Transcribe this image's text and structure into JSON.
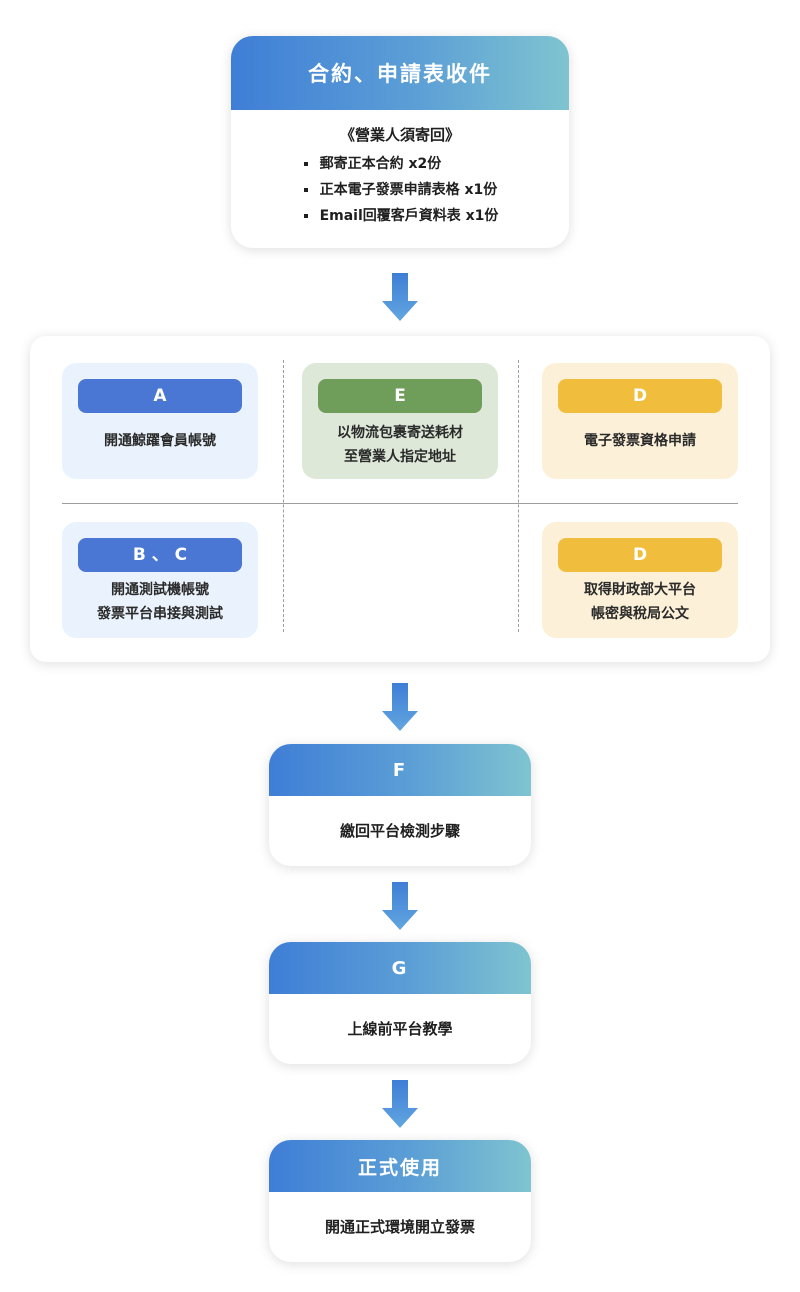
{
  "top_card": {
    "title": "合約、申請表收件",
    "subtitle": "《營業人須寄回》",
    "items": [
      "郵寄正本合約 x2份",
      "正本電子發票申請表格 x1份",
      "Email回覆客戶資料表 x1份"
    ]
  },
  "grid": {
    "box_a": {
      "tag": "A",
      "lines": [
        "開通鯨躍會員帳號"
      ]
    },
    "box_e": {
      "tag": "E",
      "lines": [
        "以物流包裹寄送耗材",
        "至營業人指定地址"
      ]
    },
    "box_d1": {
      "tag": "D",
      "lines": [
        "電子發票資格申請"
      ]
    },
    "box_bc": {
      "tag": "B 、 C",
      "lines": [
        "開通測試機帳號",
        "發票平台串接與測試"
      ]
    },
    "box_d2": {
      "tag": "D",
      "lines": [
        "取得財政部大平台",
        "帳密與稅局公文"
      ]
    }
  },
  "step_f": {
    "title": "F",
    "body": "繳回平台檢測步驟"
  },
  "step_g": {
    "title": "G",
    "body": "上線前平台教學"
  },
  "final": {
    "title": "正式使用",
    "body": "開通正式環境開立發票"
  },
  "colors": {
    "header_gradient_start": "#3f7ed6",
    "header_gradient_end": "#7fc4d0",
    "blue_pill": "#4a76d4",
    "green_pill": "#6f9d5a",
    "yellow_pill": "#f0be3c",
    "arrow": "#4a8fd8"
  },
  "icons": [
    "arrow-down-icon"
  ]
}
